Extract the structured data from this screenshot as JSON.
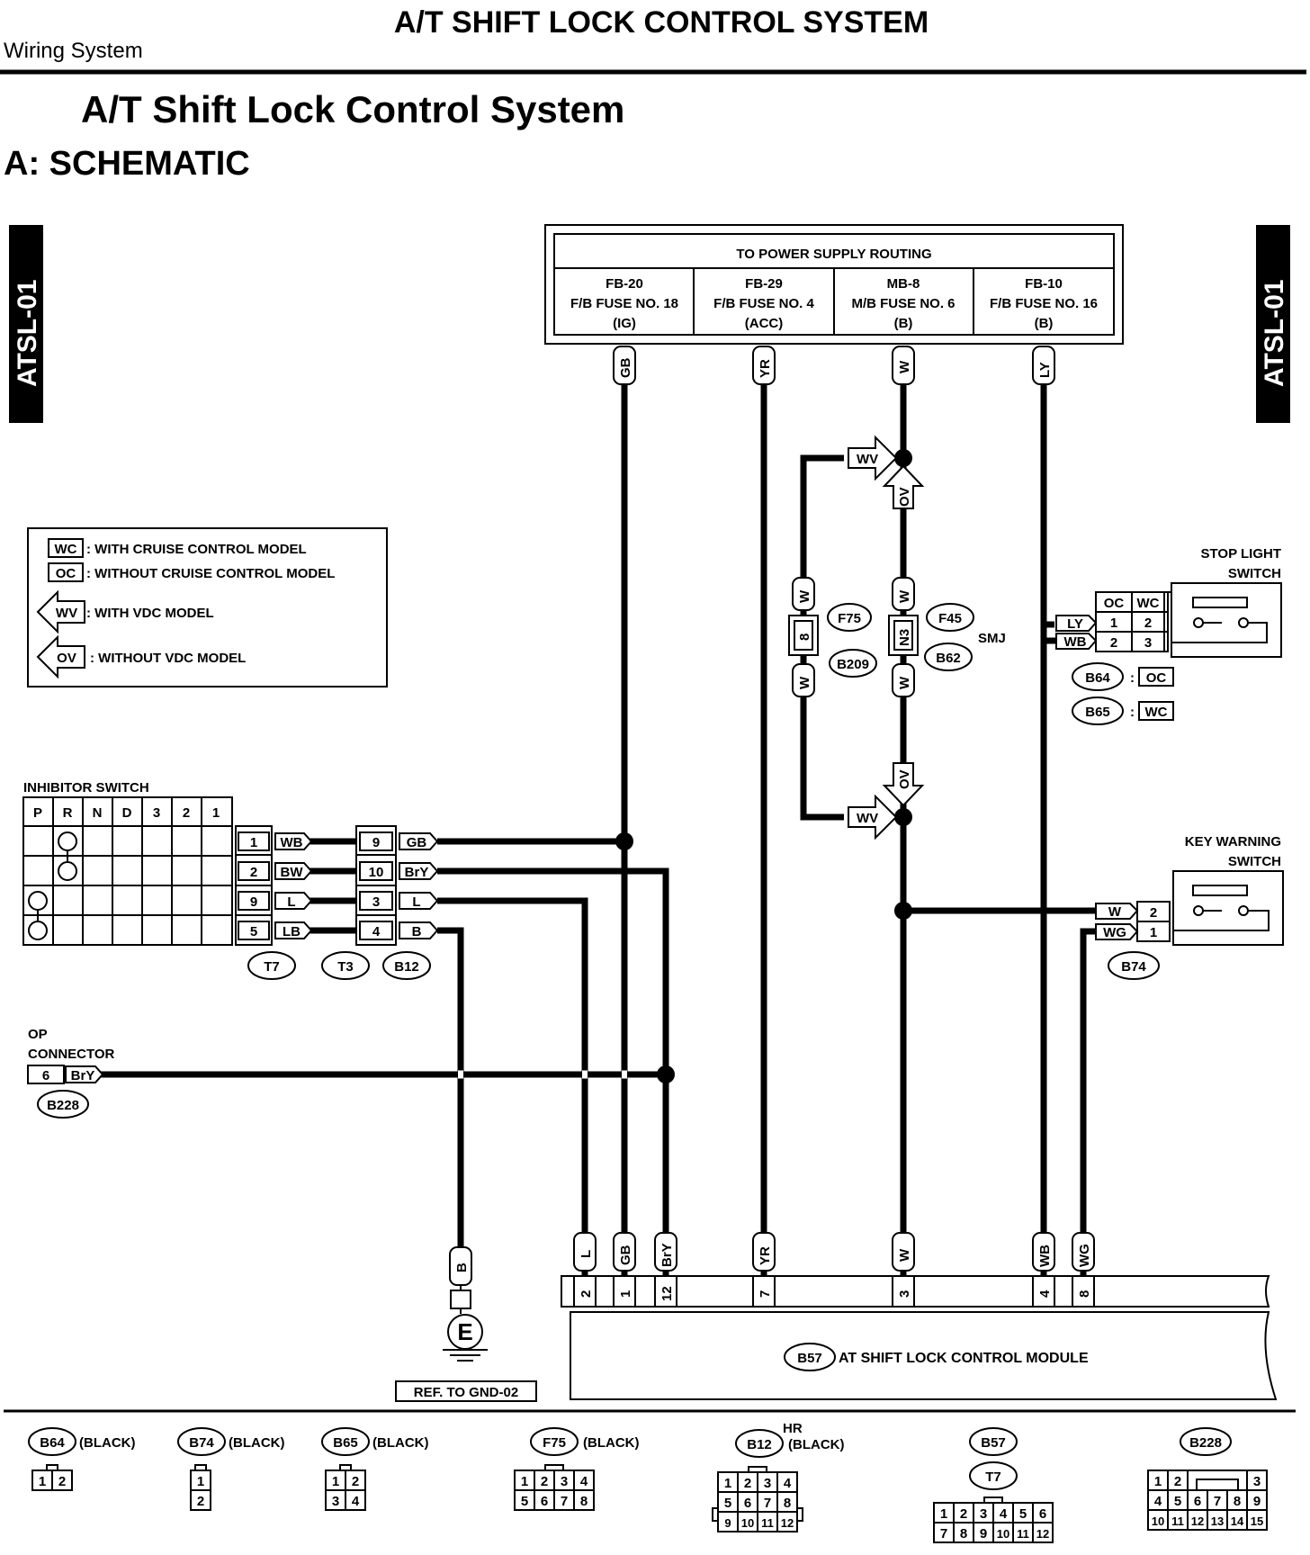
{
  "header": {
    "section_title": "A/T SHIFT LOCK CONTROL SYSTEM",
    "subsystem": "Wiring System",
    "title": "A/T Shift Lock Control System",
    "subtitle": "A:  SCHEMATIC",
    "side_tab": "ATSL-01"
  },
  "power_box": {
    "title": "TO POWER SUPPLY ROUTING",
    "fuses": [
      {
        "id": "FB-20",
        "name": "F/B FUSE NO. 18",
        "mode": "(IG)",
        "wire": "GB"
      },
      {
        "id": "FB-29",
        "name": "F/B FUSE NO. 4",
        "mode": "(ACC)",
        "wire": "YR"
      },
      {
        "id": "MB-8",
        "name": "M/B FUSE NO. 6",
        "mode": "(B)",
        "wire": "W"
      },
      {
        "id": "FB-10",
        "name": "F/B FUSE NO. 16",
        "mode": "(B)",
        "wire": "LY"
      }
    ]
  },
  "legend": {
    "items": [
      {
        "tag": "WC",
        "text": ": WITH CRUISE CONTROL MODEL"
      },
      {
        "tag": "OC",
        "text": ": WITHOUT CRUISE CONTROL MODEL"
      },
      {
        "tag": "WV",
        "text": ": WITH VDC MODEL"
      },
      {
        "tag": "OV",
        "text": ": WITHOUT VDC MODEL"
      }
    ]
  },
  "wire_tags": {
    "wv": "WV",
    "ov": "OV",
    "w": "W",
    "b_pin": "8",
    "n3": "N3",
    "smj": "SMJ",
    "f75": "F75",
    "b209": "B209",
    "f45": "F45",
    "b62": "B62"
  },
  "stop_light": {
    "label1": "STOP LIGHT",
    "label2": "SWITCH",
    "col_oc": "OC",
    "col_wc": "WC",
    "rows": [
      {
        "wire": "LY",
        "oc": "1",
        "wc": "2"
      },
      {
        "wire": "WB",
        "oc": "2",
        "wc": "3"
      }
    ],
    "b64": "B64",
    "b65": "B65",
    "oc": "OC",
    "wc": "WC",
    "colon": ":"
  },
  "key_warning": {
    "label1": "KEY WARNING",
    "label2": "SWITCH",
    "rows": [
      {
        "wire": "W",
        "pin": "2"
      },
      {
        "wire": "WG",
        "pin": "1"
      }
    ],
    "connector": "B74"
  },
  "inhibitor": {
    "label": "INHIBITOR SWITCH",
    "positions": [
      "P",
      "R",
      "N",
      "D",
      "3",
      "2",
      "1"
    ],
    "t7_pins": [
      {
        "pin": "1",
        "wire": "WB"
      },
      {
        "pin": "2",
        "wire": "BW"
      },
      {
        "pin": "9",
        "wire": "L"
      },
      {
        "pin": "5",
        "wire": "LB"
      }
    ],
    "b12_pins": [
      {
        "pin": "9",
        "wire": "GB"
      },
      {
        "pin": "10",
        "wire": "BrY"
      },
      {
        "pin": "3",
        "wire": "L"
      },
      {
        "pin": "4",
        "wire": "B"
      }
    ],
    "t7": "T7",
    "t3": "T3",
    "b12": "B12"
  },
  "op_connector": {
    "label1": "OP",
    "label2": "CONNECTOR",
    "pin": "6",
    "wire": "BrY",
    "connector": "B228"
  },
  "ground": {
    "wire": "B",
    "symbol": "E",
    "ref": "REF. TO GND-02"
  },
  "module": {
    "connector": "B57",
    "name": "AT SHIFT LOCK CONTROL MODULE",
    "pins": [
      {
        "pin": "2",
        "wire": "L"
      },
      {
        "pin": "1",
        "wire": "GB"
      },
      {
        "pin": "12",
        "wire": "BrY"
      },
      {
        "pin": "7",
        "wire": "YR"
      },
      {
        "pin": "3",
        "wire": "W"
      },
      {
        "pin": "4",
        "wire": "WB"
      },
      {
        "pin": "8",
        "wire": "WG"
      }
    ]
  },
  "connectors_footer": [
    {
      "id": "B64",
      "color": "(BLACK)",
      "pins": [
        [
          "1",
          "2"
        ]
      ]
    },
    {
      "id": "B74",
      "color": "(BLACK)",
      "pins": [
        [
          "1"
        ],
        [
          "2"
        ]
      ]
    },
    {
      "id": "B65",
      "color": "(BLACK)",
      "pins": [
        [
          "1",
          "2"
        ],
        [
          "3",
          "4"
        ]
      ]
    },
    {
      "id": "F75",
      "color": "(BLACK)",
      "pins": [
        [
          "1",
          "2",
          "3",
          "4"
        ],
        [
          "5",
          "6",
          "7",
          "8"
        ]
      ]
    },
    {
      "id": "B12",
      "prefix": "HR",
      "color": "(BLACK)",
      "pins": [
        [
          "1",
          "2",
          "3",
          "4"
        ],
        [
          "5",
          "6",
          "7",
          "8"
        ],
        [
          "9",
          "10",
          "11",
          "12"
        ]
      ]
    },
    {
      "id": "B57",
      "id2": "T7",
      "pins": [
        [
          "1",
          "2",
          "3",
          "4",
          "5",
          "6"
        ],
        [
          "7",
          "8",
          "9",
          "10",
          "11",
          "12"
        ]
      ]
    },
    {
      "id": "B228",
      "pins": [
        [
          "1",
          "2",
          "",
          "",
          "",
          "3"
        ],
        [
          "4",
          "5",
          "6",
          "7",
          "8",
          "9"
        ],
        [
          "10",
          "11",
          "12",
          "13",
          "14",
          "15"
        ]
      ]
    }
  ]
}
